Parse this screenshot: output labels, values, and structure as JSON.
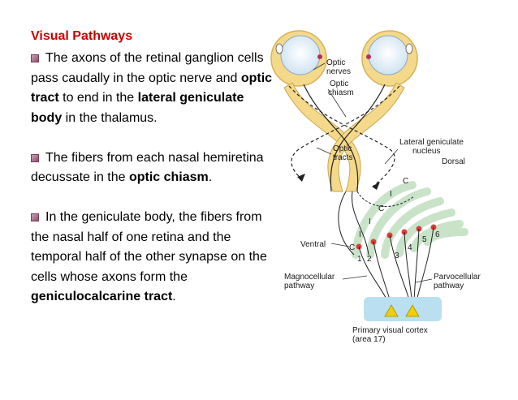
{
  "slide": {
    "title": "Visual Pathways",
    "paragraphs": [
      [
        {
          "text": "The axons of the retinal ganglion cells pass caudally in the optic nerve and ",
          "bold": false
        },
        {
          "text": "optic tract",
          "bold": true
        },
        {
          "text": " to end in the ",
          "bold": false
        },
        {
          "text": "lateral geniculate body",
          "bold": true
        },
        {
          "text": " in the thalamus.",
          "bold": false
        }
      ],
      [
        {
          "text": "The fibers from each nasal hemiretina decussate in the ",
          "bold": false
        },
        {
          "text": "optic chiasm",
          "bold": true
        },
        {
          "text": ".",
          "bold": false
        }
      ],
      [
        {
          "text": "In the geniculate body, the fibers from the nasal half of one retina and the temporal half of the other synapse on the cells whose axons form the ",
          "bold": false
        },
        {
          "text": "geniculocalcarine tract",
          "bold": true
        },
        {
          "text": ".",
          "bold": false
        }
      ]
    ]
  },
  "figure": {
    "labels": {
      "optic_nerves": [
        "Optic",
        "nerves"
      ],
      "optic_chiasm": [
        "Optic",
        "chiasm"
      ],
      "optic_tracts": [
        "Optic",
        "tracts"
      ],
      "lgn": [
        "Lateral geniculate",
        "nucleus"
      ],
      "dorsal": "Dorsal",
      "ventral": "Ventral",
      "magno": [
        "Magnocellular",
        "pathway"
      ],
      "parvo": [
        "Parvocellular",
        "pathway"
      ],
      "cortex": [
        "Primary visual cortex",
        "(area 17)"
      ]
    },
    "layers": [
      "1",
      "2",
      "3",
      "4",
      "5",
      "6"
    ],
    "layer_marks": [
      "C",
      "I",
      "C",
      "I",
      "I",
      "C"
    ],
    "colors": {
      "title": "#cc0000",
      "eye": "#f5d98a",
      "layer": "#c9e3c9",
      "cortex": "#b9dff0",
      "dot": "#e23a3a",
      "neuron": "#f0d000"
    }
  }
}
